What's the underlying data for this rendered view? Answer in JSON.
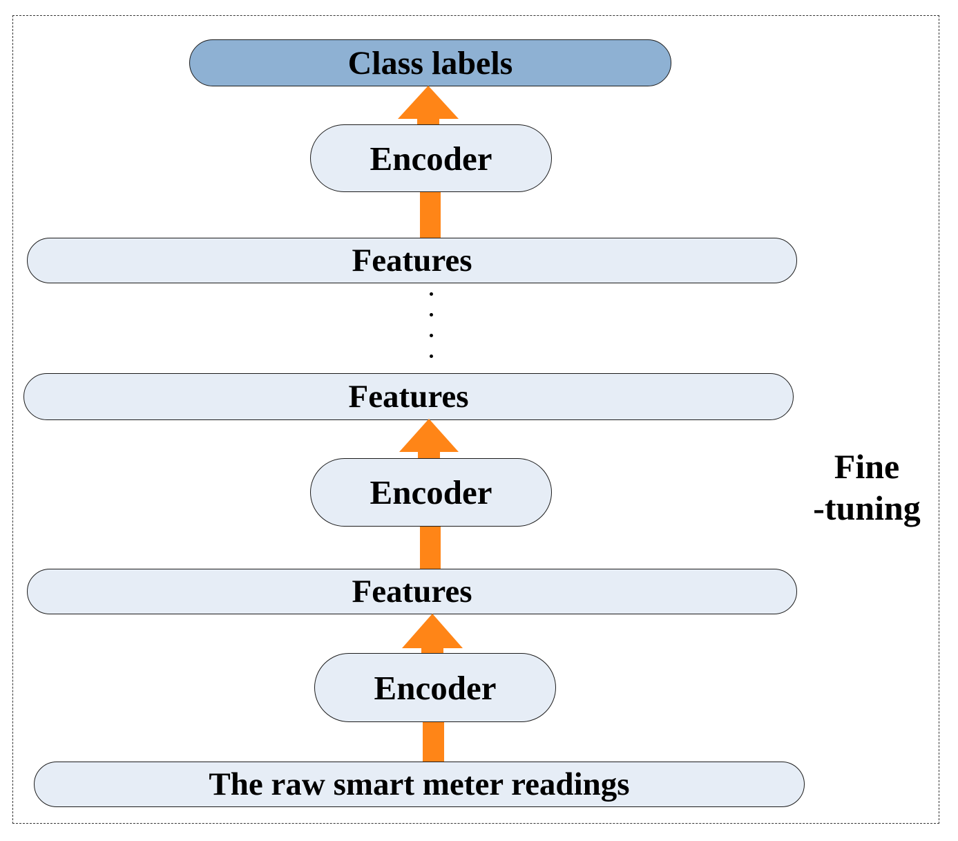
{
  "diagram": {
    "top_label": "Class labels",
    "encoders": [
      "Encoder",
      "Encoder",
      "Encoder"
    ],
    "features": [
      "Features",
      "Features",
      "Features"
    ],
    "input_label": "The raw smart meter readings",
    "side_label_line1": "Fine",
    "side_label_line2": "-tuning",
    "colors": {
      "arrow": "#ff8517",
      "top_fill": "#8eb1d3",
      "box_fill": "#e6edf6",
      "border": "#1a1a1a"
    }
  }
}
